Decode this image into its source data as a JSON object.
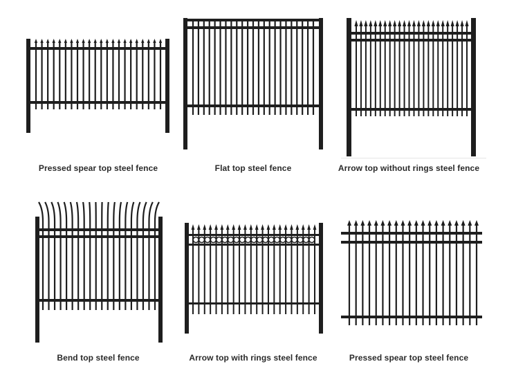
{
  "fences": [
    {
      "id": "pressed-spear-1",
      "label": "Pressed spear top steel fence",
      "style": "pressed-spear-posts"
    },
    {
      "id": "flat-top",
      "label": "Flat top steel fence",
      "style": "flat-top"
    },
    {
      "id": "arrow-no-rings",
      "label": "Arrow top without rings steel fence",
      "style": "arrow-top"
    },
    {
      "id": "bend-top",
      "label": "Bend top steel fence",
      "style": "bend-top"
    },
    {
      "id": "arrow-rings",
      "label": "Arrow top with rings steel fence",
      "style": "arrow-rings"
    },
    {
      "id": "pressed-spear-2",
      "label": "Pressed spear top steel fence",
      "style": "pressed-spear-panel"
    }
  ],
  "colors": {
    "steel": "#1e1e1e",
    "caption": "#2a2a2a",
    "background": "#ffffff"
  }
}
